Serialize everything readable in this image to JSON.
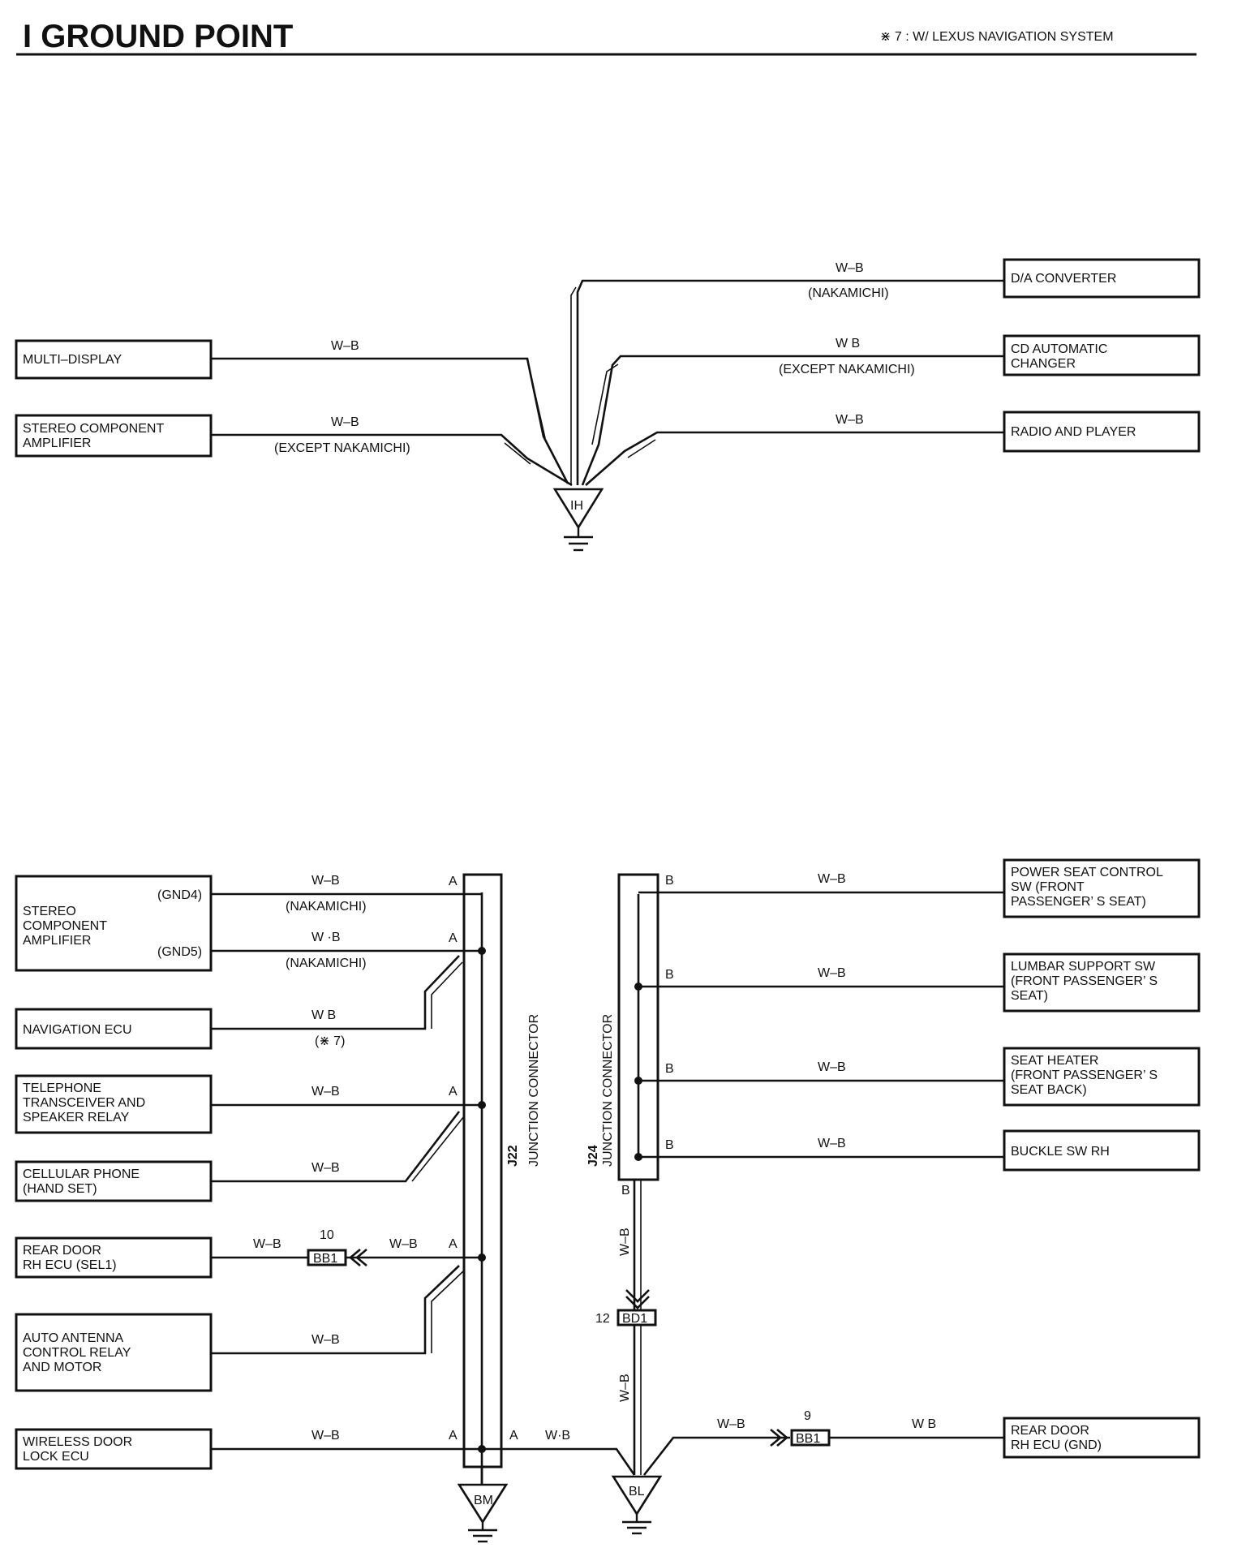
{
  "header": {
    "title": "I GROUND POINT",
    "note": "⋇ 7 : W/ LEXUS NAVIGATION SYSTEM"
  },
  "top": {
    "ground_point": "IH",
    "components": {
      "multi_display": [
        "MULTI–DISPLAY"
      ],
      "stereo_amp": [
        "STEREO COMPONENT",
        "AMPLIFIER"
      ],
      "da_converter": [
        "D/A CONVERTER"
      ],
      "cd_changer": [
        "CD AUTOMATIC",
        "CHANGER"
      ],
      "radio_player": [
        "RADIO AND PLAYER"
      ]
    },
    "wires": {
      "multi_display": "W–B",
      "stereo_amp": "W–B",
      "stereo_amp_note": "(EXCEPT NAKAMICHI)",
      "da_converter": "W–B",
      "da_converter_note": "(NAKAMICHI)",
      "cd_changer": "W  B",
      "cd_changer_note": "(EXCEPT NAKAMICHI)",
      "radio_player": "W–B"
    }
  },
  "bottom": {
    "ground_points": {
      "bm": "BM",
      "bl": "BL"
    },
    "j22": {
      "id": "J22",
      "name": "JUNCTION CONNECTOR",
      "pin": "A"
    },
    "j24": {
      "id": "J24",
      "name": "JUNCTION CONNECTOR",
      "pin": "B"
    },
    "left_components": {
      "stereo_amp": [
        "STEREO",
        "COMPONENT",
        "AMPLIFIER"
      ],
      "stereo_amp_gnd4": "(GND4)",
      "stereo_amp_gnd5": "(GND5)",
      "navigation_ecu": [
        "NAVIGATION ECU"
      ],
      "telephone": [
        "TELEPHONE",
        "TRANSCEIVER AND",
        "SPEAKER RELAY"
      ],
      "cellular": [
        "CELLULAR PHONE",
        "(HAND SET)"
      ],
      "rear_door_sel1": [
        "REAR DOOR",
        "RH ECU (SEL1)"
      ],
      "auto_antenna": [
        "AUTO ANTENNA",
        "CONTROL RELAY",
        "AND MOTOR"
      ],
      "wireless_door": [
        "WIRELESS DOOR",
        "LOCK ECU"
      ]
    },
    "right_components": {
      "power_seat": [
        "POWER SEAT CONTROL",
        "SW (FRONT",
        "PASSENGER’ S SEAT)"
      ],
      "lumbar": [
        "LUMBAR SUPPORT SW",
        "(FRONT PASSENGER’ S",
        " SEAT)"
      ],
      "seat_heater": [
        "SEAT HEATER",
        "(FRONT PASSENGER’ S",
        " SEAT BACK)"
      ],
      "buckle": [
        "BUCKLE SW RH"
      ],
      "rear_door_gnd": [
        "REAR DOOR",
        "RH ECU (GND)"
      ]
    },
    "wires": {
      "gnd4": "W–B",
      "gnd4_note": "(NAKAMICHI)",
      "gnd5": "W ·B",
      "gnd5_note": "(NAKAMICHI)",
      "nav": "W  B",
      "nav_note": "(⋇ 7)",
      "telephone": "W–B",
      "cellular": "W–B",
      "sel1_left": "W–B",
      "sel1_right": "W–B",
      "antenna": "W–B",
      "wireless": "W–B",
      "j22_to_bl": "W·B",
      "power_seat": "W–B",
      "lumbar": "W–B",
      "seat_heater": "W–B",
      "buckle": "W–B",
      "j24_down": "W–B",
      "bd1_down": "W–B",
      "bl_to_bb1": "W–B",
      "bb1_to_rear": "W  B"
    },
    "connectors": {
      "bb1_left": {
        "id": "BB1",
        "num": "10"
      },
      "bd1": {
        "id": "BD1",
        "num": "12"
      },
      "bb1_right": {
        "id": "BB1",
        "num": "9"
      },
      "j24_bottom_pin": "B",
      "j22_out_pin": "A"
    }
  }
}
